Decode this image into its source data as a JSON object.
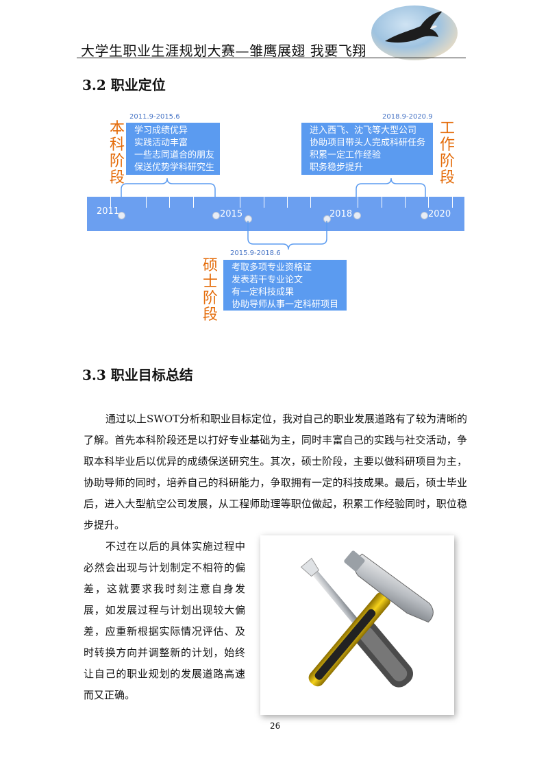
{
  "header": {
    "title": "大学生职业生涯规划大赛—雏鹰展翅  我要飞翔",
    "logo_icon": "eagle-icon"
  },
  "section_32": {
    "title": "3.2 职业定位"
  },
  "timeline": {
    "years": [
      "2011",
      "2015",
      "2018",
      "2020"
    ],
    "stages": [
      {
        "label": "本科阶段",
        "range": "2011.9-2015.6",
        "items": [
          "学习成绩优异",
          "实践活动丰富",
          "一些志同道合的朋友",
          "保送优势学科研究生"
        ]
      },
      {
        "label": "硕士阶段",
        "range": "2015.9-2018.6",
        "items": [
          "考取多项专业资格证",
          "发表若干专业论文",
          "有一定科技成果",
          "协助导师从事一定科研项目"
        ]
      },
      {
        "label": "工作阶段",
        "range": "2018.9-2020.9",
        "items": [
          "进入西飞、沈飞等大型公司",
          "协助项目带头人完成科研任务",
          "积累一定工作经验",
          "职务稳步提升"
        ]
      }
    ],
    "colors": {
      "bar": "#6b9ff0",
      "box": "#5b9bf0",
      "stage_label": "#e46c0a",
      "range_label": "#4472c4"
    }
  },
  "section_33": {
    "title": "3.3 职业目标总结",
    "paragraph_1": "通过以上SWOT分析和职业目标定位，我对自己的职业发展道路有了较为清晰的了解。首先本科阶段还是以打好专业基础为主，同时丰富自己的实践与社交活动，争取本科毕业后以优异的成绩保送研究生。其次，硕士阶段，主要以做科研项目为主，协助导师的同时，培养自己的科研能力，争取拥有一定的科技成果。最后，硕士毕业后，进入大型航空公司发展，从工程师助理等职位做起，积累工作经验同时，职位稳步提升。",
    "paragraph_2": "不过在以后的具体实施过程中必然会出现与计划制定不相符的偏差，这就要求我时刻注意自身发展，如发展过程与计划出现较大偏差，应重新根据实际情况评估、及时转换方向并调整新的计划，始终让自己的职业规划的发展道路高速而又正确。",
    "image_icon": "hammer-screwdriver-icon"
  },
  "footer": {
    "page_number": "26"
  }
}
